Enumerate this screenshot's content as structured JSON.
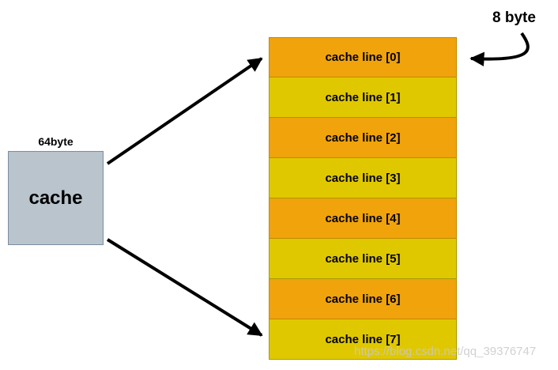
{
  "diagram": {
    "cache_box": {
      "label": "cache",
      "size_label": "64byte",
      "fill": "#b9c4cc",
      "border": "#7a8fa1"
    },
    "line_size_label": "8 byte",
    "stack": {
      "orange_fill": "#f0a30b",
      "yellow_fill": "#e0c800",
      "rows": [
        {
          "label": "cache line [0]",
          "color": "#f0a30b"
        },
        {
          "label": "cache line [1]",
          "color": "#e0c800"
        },
        {
          "label": "cache line [2]",
          "color": "#f0a30b"
        },
        {
          "label": "cache line [3]",
          "color": "#e0c800"
        },
        {
          "label": "cache line [4]",
          "color": "#f0a30b"
        },
        {
          "label": "cache line [5]",
          "color": "#e0c800"
        },
        {
          "label": "cache line [6]",
          "color": "#f0a30b"
        },
        {
          "label": "cache line [7]",
          "color": "#e0c800"
        }
      ]
    },
    "watermark": "https://blog.csdn.net/qq_39376747"
  }
}
